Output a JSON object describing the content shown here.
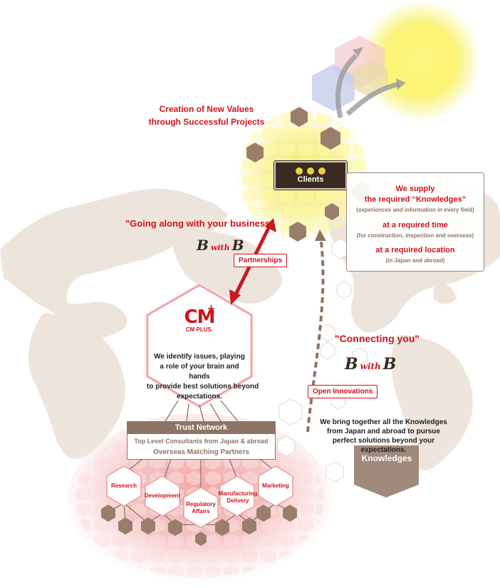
{
  "colors": {
    "accent_red": "#d0121b",
    "brown": "#8c7566",
    "dark_brown": "#3a2a22",
    "yellow": "#f2e84c",
    "pink_glow": "#f3b3b3"
  },
  "header": {
    "creation_line1": "Creation of New Values",
    "creation_line2": "through Successful Projects"
  },
  "clients": {
    "label": "Clients"
  },
  "supply_box": {
    "title1": "We supply",
    "title2": "the required “Knowledges”",
    "sub1": "(experiences and information in every field)",
    "time_title": "at a required time",
    "time_sub": "(for construction, inspection and overseas)",
    "loc_title": "at a required location",
    "loc_sub": "(in Japan and abroad)"
  },
  "going": "\"Going along with your business\"",
  "bwith": {
    "b": "B",
    "with": "with"
  },
  "partnerships": "Partnerships",
  "connecting": "\"Connecting you\"",
  "open_innovations": "Open Innovations",
  "cmplus": {
    "logo_text": "CM PLUS.",
    "line1": "We identify issues, playing",
    "line2": "a role of your brain and hands",
    "line3": "to provide best solutions beyond",
    "line4": "expectations."
  },
  "trust": {
    "title": "Trust Network",
    "line1": "Top Level Consultants from Japan & abroad",
    "line2": "Overseas Matching Partners"
  },
  "departments": [
    {
      "line1": "Research",
      "line2": ""
    },
    {
      "line1": "Development",
      "line2": ""
    },
    {
      "line1": "Regulatory",
      "line2": "Affairs"
    },
    {
      "line1": "Manufacturing",
      "line2": "Delivery"
    },
    {
      "line1": "Marketing",
      "line2": ""
    }
  ],
  "bring": {
    "line1": "We bring together all the Knowledges",
    "line2": "from Japan and abroad to pursue",
    "line3": "perfect solutions beyond your",
    "line4": "expectations."
  },
  "knowledges": "Knowledges",
  "icons": [
    "sun-icon",
    "hexagon-icon",
    "double-arrow-icon",
    "dashed-arrow-icon",
    "world-map-icon",
    "cm-plus-logo-icon"
  ]
}
